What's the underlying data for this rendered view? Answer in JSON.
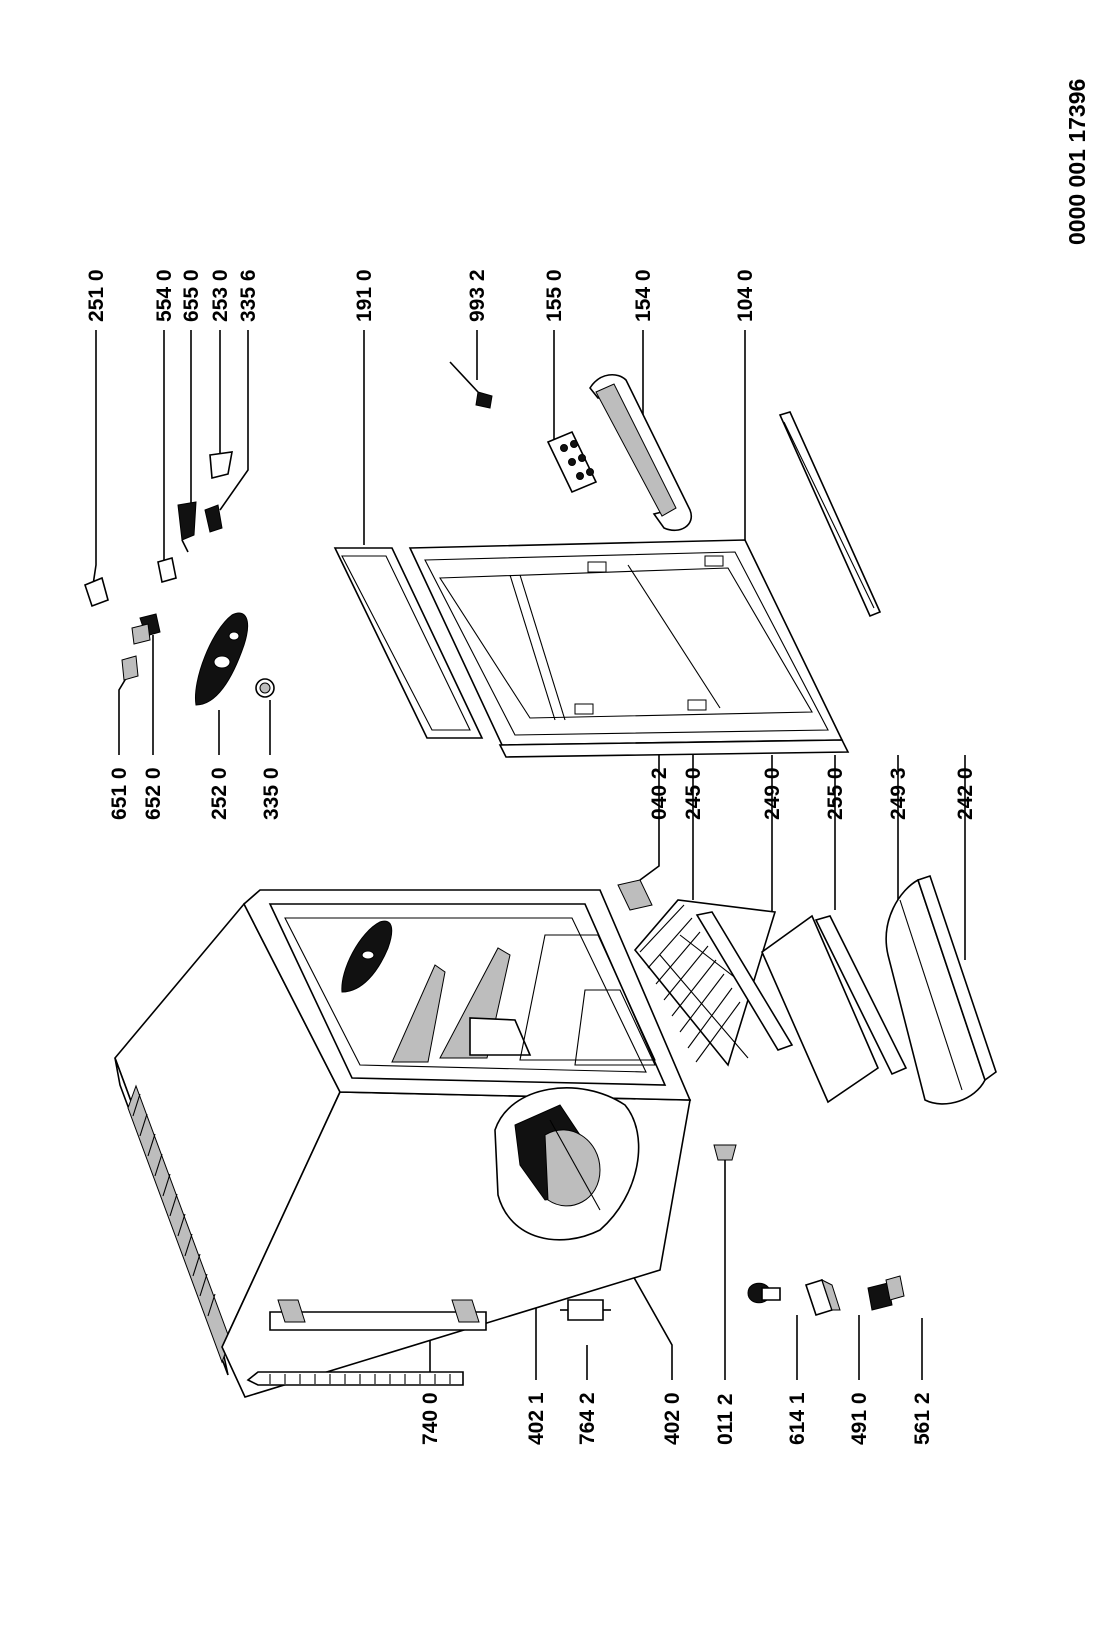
{
  "document": {
    "id": "0000  001 17396"
  },
  "parts": [
    {
      "key": "p2510",
      "label": "251 0"
    },
    {
      "key": "p5540",
      "label": "554 0"
    },
    {
      "key": "p6550",
      "label": "655 0"
    },
    {
      "key": "p2530",
      "label": "253 0"
    },
    {
      "key": "p3356",
      "label": "335 6"
    },
    {
      "key": "p1910",
      "label": "191 0"
    },
    {
      "key": "p9932",
      "label": "993 2"
    },
    {
      "key": "p1550",
      "label": "155 0"
    },
    {
      "key": "p1540",
      "label": "154 0"
    },
    {
      "key": "p1040",
      "label": "104 0"
    },
    {
      "key": "p6510",
      "label": "651 0"
    },
    {
      "key": "p6520",
      "label": "652 0"
    },
    {
      "key": "p2520",
      "label": "252 0"
    },
    {
      "key": "p3350",
      "label": "335 0"
    },
    {
      "key": "p0402",
      "label": "040 2"
    },
    {
      "key": "p2450",
      "label": "245 0"
    },
    {
      "key": "p2490",
      "label": "249 0"
    },
    {
      "key": "p2550",
      "label": "255 0"
    },
    {
      "key": "p2493",
      "label": "249 3"
    },
    {
      "key": "p2420",
      "label": "242 0"
    },
    {
      "key": "p7400",
      "label": "740 0"
    },
    {
      "key": "p4021",
      "label": "402 1"
    },
    {
      "key": "p7642",
      "label": "764 2"
    },
    {
      "key": "p4020",
      "label": "402 0"
    },
    {
      "key": "p0112",
      "label": "011 2"
    },
    {
      "key": "p6141",
      "label": "614 1"
    },
    {
      "key": "p4910",
      "label": "491 0"
    },
    {
      "key": "p5612",
      "label": "561 2"
    }
  ]
}
